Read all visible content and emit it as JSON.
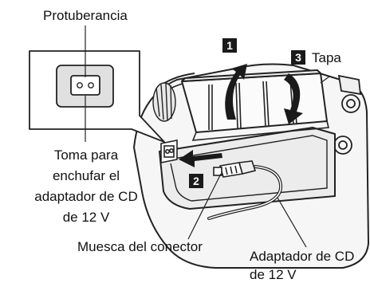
{
  "labels": {
    "protrusion": "Protuberancia",
    "socket": [
      "Toma para",
      "enchufar el",
      "adaptador de CD",
      "de 12 V"
    ],
    "notch": "Muesca del conector",
    "adapter": [
      "Adaptador de CD",
      "de 12 V"
    ],
    "cover": "Tapa"
  },
  "steps": [
    "1",
    "2",
    "3"
  ]
}
